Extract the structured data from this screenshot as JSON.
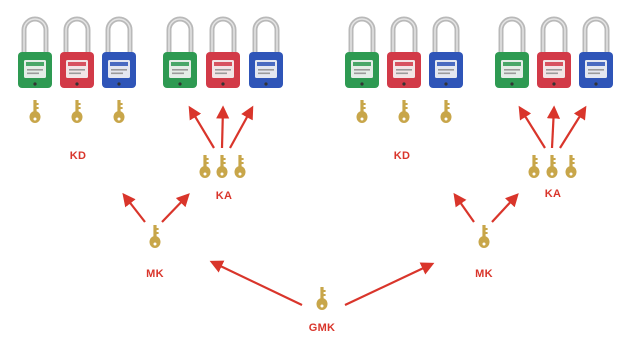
{
  "diagram": {
    "colors": {
      "green": "#2e9a52",
      "red": "#d23a48",
      "blue": "#2f55b8",
      "shackle": "#b9b9b9",
      "key": "#c8a64a",
      "arrow": "#d9352b",
      "label": "#d9352b"
    },
    "labels": {
      "kd_left": "KD",
      "ka_left": "KA",
      "mk_left": "MK",
      "kd_right": "KD",
      "ka_right": "KA",
      "mk_right": "MK",
      "gmk": "GMK"
    },
    "padlock_groups": [
      {
        "name": "left-kd",
        "colors": [
          "green",
          "red",
          "blue"
        ]
      },
      {
        "name": "left-ka",
        "colors": [
          "green",
          "red",
          "blue"
        ]
      },
      {
        "name": "right-kd",
        "colors": [
          "green",
          "red",
          "blue"
        ]
      },
      {
        "name": "right-ka",
        "colors": [
          "green",
          "red",
          "blue"
        ]
      }
    ]
  }
}
